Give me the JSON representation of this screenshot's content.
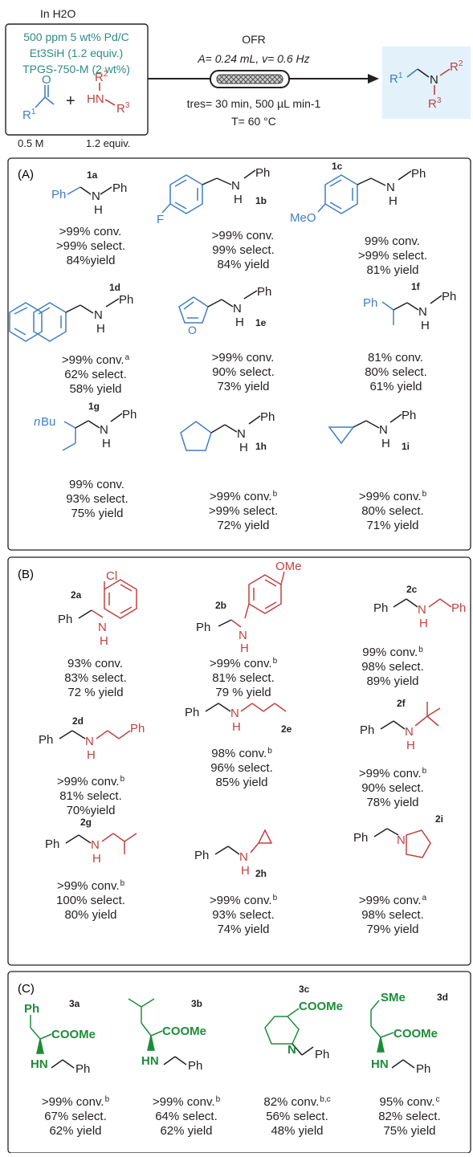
{
  "header": {
    "solvent": "In H2O",
    "conditions": [
      "500 ppm 5 wt% Pd/C",
      "Et3SiH (1.2 equiv.)",
      "TPGS-750-M (2 wt%)"
    ],
    "reactor": "OFR",
    "reactor_params": "A= 0.24 mL, v= 0.6 Hz",
    "residence": "tres= 30 min, 500 µL min-1",
    "temperature": "T= 60 °C",
    "aldehyde_conc": "0.5 M",
    "amine_equiv": "1.2 equiv.",
    "colors": {
      "teal": "#2c8b87",
      "blue": "#3f7fc4",
      "red": "#c0423f",
      "green": "#1e8c3a",
      "product_bg": "#e3f1fb"
    }
  },
  "panels": [
    {
      "label": "(A)",
      "compounds": [
        {
          "id": "1a",
          "conv": ">99% conv.",
          "conv_note": "",
          "select": ">99% select.",
          "yield": "84%yield"
        },
        {
          "id": "1b",
          "conv": ">99% conv.",
          "conv_note": "",
          "select": "99% select.",
          "yield": "84% yield"
        },
        {
          "id": "1c",
          "conv": "99% conv.",
          "conv_note": "",
          "select": ">99% select.",
          "yield": "81% yield"
        },
        {
          "id": "1d",
          "conv": ">99% conv.",
          "conv_note": "a",
          "select": "62% select.",
          "yield": "58% yield"
        },
        {
          "id": "1e",
          "conv": ">99% conv.",
          "conv_note": "",
          "select": "90% select.",
          "yield": "73% yield"
        },
        {
          "id": "1f",
          "conv": "81% conv.",
          "conv_note": "",
          "select": "80% select.",
          "yield": "61% yield"
        },
        {
          "id": "1g",
          "conv": "99% conv.",
          "conv_note": "",
          "select": "93% select.",
          "yield": "75% yield"
        },
        {
          "id": "1h",
          "conv": ">99% conv.",
          "conv_note": "b",
          "select": ">99% select.",
          "yield": "72% yield"
        },
        {
          "id": "1i",
          "conv": ">99% conv.",
          "conv_note": "b",
          "select": "80% select.",
          "yield": "71% yield"
        }
      ]
    },
    {
      "label": "(B)",
      "compounds": [
        {
          "id": "2a",
          "conv": "93% conv.",
          "conv_note": "",
          "select": "83% select.",
          "yield": "72 % yield"
        },
        {
          "id": "2b",
          "conv": ">99% conv.",
          "conv_note": "b",
          "select": "81% select.",
          "yield": "79 % yield"
        },
        {
          "id": "2c",
          "conv": "99% conv.",
          "conv_note": "b",
          "select": "98% select.",
          "yield": "89% yield"
        },
        {
          "id": "2d",
          "conv": ">99% conv.",
          "conv_note": "b",
          "select": "81% select.",
          "yield": "70%yield"
        },
        {
          "id": "2e",
          "conv": "98% conv.",
          "conv_note": "b",
          "select": "96% select.",
          "yield": "85% yield"
        },
        {
          "id": "2f",
          "conv": ">99% conv.",
          "conv_note": "b",
          "select": "90% select.",
          "yield": "78% yield"
        },
        {
          "id": "2g",
          "conv": ">99% conv.",
          "conv_note": "b",
          "select": "100% select.",
          "yield": "80% yield"
        },
        {
          "id": "2h",
          "conv": ">99% conv.",
          "conv_note": "b",
          "select": "93% select.",
          "yield": "74% yield"
        },
        {
          "id": "2i",
          "conv": ">99% conv.",
          "conv_note": "a",
          "select": "98% select.",
          "yield": "79% yield"
        }
      ]
    },
    {
      "label": "(C)",
      "compounds": [
        {
          "id": "3a",
          "conv": ">99% conv.",
          "conv_note": "b",
          "select": "67% select.",
          "yield": "62% yield"
        },
        {
          "id": "3b",
          "conv": ">99% conv.",
          "conv_note": "b",
          "select": "64% select.",
          "yield": "62% yield"
        },
        {
          "id": "3c",
          "conv": "82% conv.",
          "conv_note": "b,c",
          "select": "56% select.",
          "yield": "48% yield"
        },
        {
          "id": "3d",
          "conv": "95% conv.",
          "conv_note": "c",
          "select": "82% select.",
          "yield": "75% yield"
        }
      ]
    }
  ]
}
